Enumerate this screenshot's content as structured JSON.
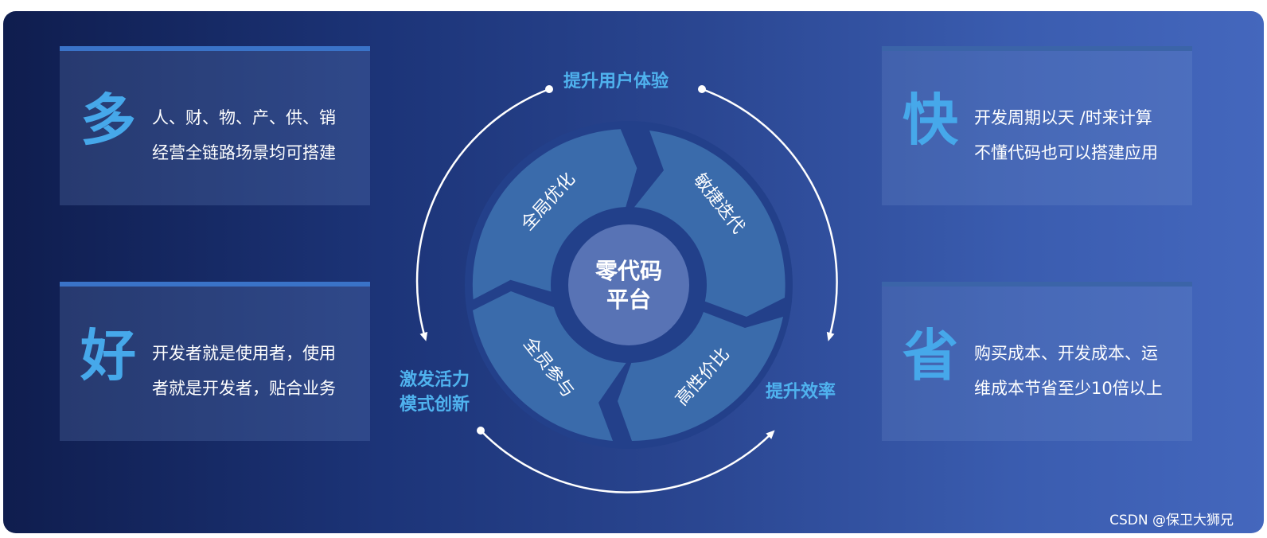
{
  "cards": {
    "duo": {
      "big": "多",
      "line1": "人、财、物、产、供、销",
      "line2": "经营全链路场景均可搭建"
    },
    "hao": {
      "big": "好",
      "line1": "开发者就是使用者，使用",
      "line2": "者就是开发者，贴合业务"
    },
    "kuai": {
      "big": "快",
      "line1": "开发周期以天 /时来计算",
      "line2": "不懂代码也可以搭建应用"
    },
    "sheng": {
      "big": "省",
      "line1": "购买成本、开发成本、运",
      "line2": "维成本节省至少10倍以上"
    }
  },
  "cycle": {
    "center_line1": "零代码",
    "center_line2": "平台",
    "segments": [
      "全局优化",
      "敏捷迭代",
      "高性价比",
      "全员参与"
    ]
  },
  "outer_labels": {
    "top": "提升用户体验",
    "right": "提升效率",
    "left_line1": "激发活力",
    "left_line2": "模式创新"
  },
  "credit": "CSDN @保卫大狮兄",
  "colors": {
    "accent": "#46a8ea",
    "label": "#4fb2ee",
    "segment": "#3a6bab",
    "ring": "#25418a",
    "center": "#5873b5"
  }
}
